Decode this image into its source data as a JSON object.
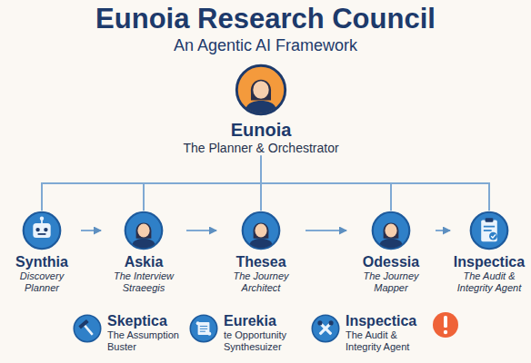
{
  "diagram": {
    "title": "Eunoia Research Council",
    "nodes": [
      {
        "text": [
          "Eunoia",
          "The Planner & Orchestrator"
        ]
      },
      {
        "text": [
          "Synthia",
          "Discovery Planner"
        ]
      },
      {
        "text": [
          "Askia",
          "The Interview Straeegis"
        ]
      },
      {
        "text": [
          "Thesea",
          "The Journey Architect"
        ]
      },
      {
        "text": [
          "Odessia",
          "The Journey Mapper"
        ]
      },
      {
        "text": [
          "Inspectica",
          "The Audit & Integrity Agent"
        ]
      },
      {
        "text": [
          "Skeptica",
          "The Assumption Buster"
        ]
      },
      {
        "text": [
          "Eurekia",
          "te Opportunity Synthesuizer"
        ]
      },
      {
        "text": [
          "Inspectica",
          "The Audit & Integrity Agent"
        ]
      }
    ],
    "edges": [
      {
        "from": 0,
        "to": 1,
        "arrow": "none"
      },
      {
        "from": 0,
        "to": 2,
        "arrow": "none"
      },
      {
        "from": 0,
        "to": 3,
        "arrow": "none"
      },
      {
        "from": 0,
        "to": 4,
        "arrow": "none"
      },
      {
        "from": 0,
        "to": 5,
        "arrow": "none"
      },
      {
        "from": 1,
        "to": 2,
        "arrow": "to"
      },
      {
        "from": 2,
        "to": 3,
        "arrow": "to"
      },
      {
        "from": 3,
        "to": 4,
        "arrow": "to"
      },
      {
        "from": 4,
        "to": 5,
        "arrow": "to"
      }
    ],
    "labels": [
      "An Agentic AI Framework"
    ]
  }
}
